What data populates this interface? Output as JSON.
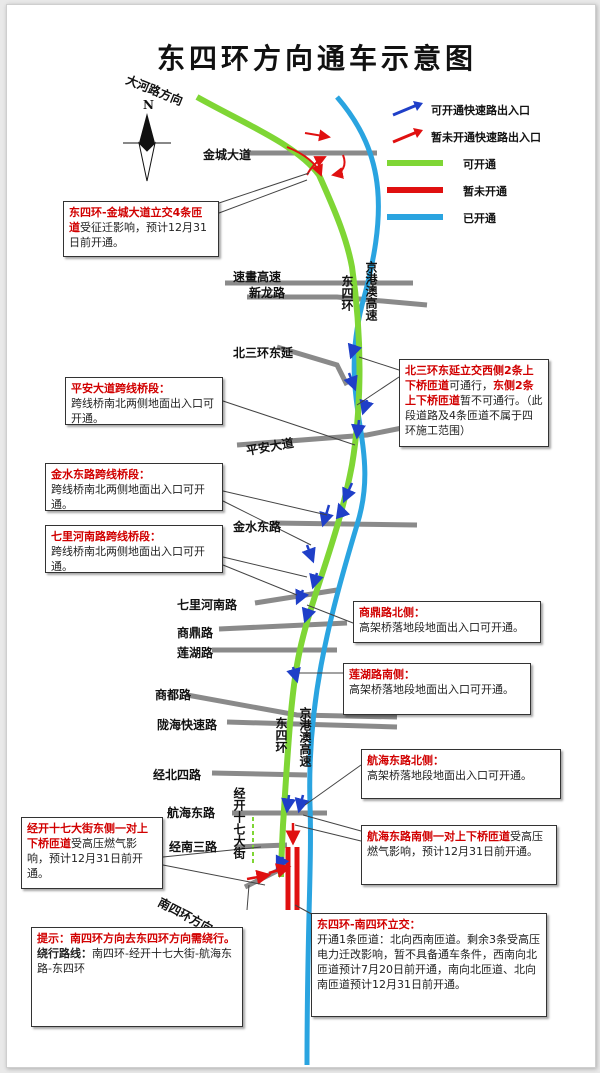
{
  "title": "东四环方向通车示意图",
  "compass": {
    "letter": "N",
    "icon": "north-arrow-icon"
  },
  "legend": [
    {
      "symbol": "blue-arrow",
      "color": "#1f3fc8",
      "label": "可开通快速路出入口"
    },
    {
      "symbol": "red-arrow",
      "color": "#e01010",
      "label": "暂未开通快速路出入口"
    },
    {
      "symbol": "green-bar",
      "color": "#7fd635",
      "label": "可开通"
    },
    {
      "symbol": "red-bar",
      "color": "#e01010",
      "label": "暂未开通"
    },
    {
      "symbol": "blue-bar",
      "color": "#2aa4e0",
      "label": "已开通"
    }
  ],
  "roads": {
    "dahe": "大河路方向",
    "jincheng": "金城大道",
    "zhengzhou_airport": "速畫高速",
    "xinlong": "新龙路",
    "beisanhuan": "北三环东延",
    "pingan": "平安大道",
    "jinshui": "金水东路",
    "qilihe": "七里河南路",
    "shangding": "商鼎路",
    "lianhu": "莲湖路",
    "shangdu": "商都路",
    "longhai": "陇海快速路",
    "jingbei": "经北四路",
    "hanghai": "航海东路",
    "jingnan": "经南三路",
    "jingkai17": "经开十七大街",
    "nansihuan": "南四环方向",
    "dongsihuan_north": "东四环",
    "jinggang_north": "京港澳高速",
    "dongsihuan_south": "东四环",
    "jinggang_south": "京港澳高速"
  },
  "callouts": {
    "jincheng_interchange": {
      "title": "东四环-金城大道立交4条匝道",
      "body": "受征迁影响，预计12月31日前开通。"
    },
    "beisanhuan_ramps": {
      "part1": "北三环东延立交西侧2条上下桥匝道",
      "part2": "可通行，",
      "part3": "东侧2条上下桥匝道",
      "part4": "暂不可通行。（此段道路及4条匝道不属于四环施工范围）"
    },
    "pingan_bridge": {
      "title": "平安大道跨线桥段：",
      "body": "跨线桥南北两侧地面出入口可开通。"
    },
    "jinshui_bridge": {
      "title": "金水东路跨线桥段：",
      "body": "跨线桥南北两侧地面出入口可开通。"
    },
    "qilihe_bridge": {
      "title": "七里河南路跨线桥段：",
      "body": "跨线桥南北两侧地面出入口可开通。"
    },
    "shangding_north": {
      "title": "商鼎路北侧：",
      "body": "高架桥落地段地面出入口可开通。"
    },
    "lianhu_south": {
      "title": "莲湖路南侧：",
      "body": "高架桥落地段地面出入口可开通。"
    },
    "hanghai_north": {
      "title": "航海东路北侧：",
      "body": "高架桥落地段地面出入口可开通。"
    },
    "jingkai17_east": {
      "title": "经开十七大街东侧一对上下桥匝道",
      "body": "受高压燃气影响，预计12月31日前开通。"
    },
    "hanghai_south": {
      "title": "航海东路南侧一对上下桥匝道",
      "body": "受高压燃气影响，预计12月31日前开通。"
    },
    "tip": {
      "title": "提示：南四环方向去东四环方向需绕行。",
      "route_label": "绕行路线：",
      "route": "南四环-经开十七大街-航海东路-东四环"
    },
    "nansihuan_interchange": {
      "title": "东四环-南四环立交：",
      "body": "开通1条匝道：北向西南匝道。剩余3条受高压电力迁改影响，暂不具备通车条件，西南向北匝道预计7月20日前开通，南向北匝道、北向南匝道预计12月31日前开通。"
    }
  }
}
